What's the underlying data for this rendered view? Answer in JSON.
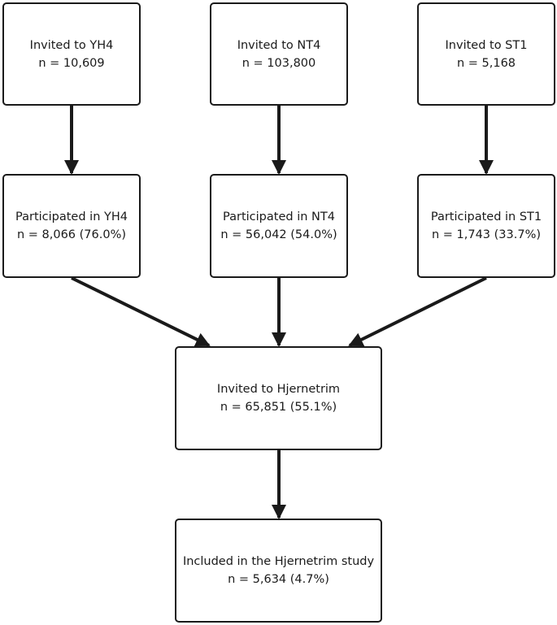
{
  "boxes": {
    "invited_yh4": {
      "line1": "Invited to YH4",
      "line2": "n = 10,609"
    },
    "invited_nt4": {
      "line1": "Invited to NT4",
      "line2": "n = 103,800"
    },
    "invited_st1": {
      "line1": "Invited to ST1",
      "line2": "n = 5,168"
    },
    "participated_yh4": {
      "line1": "Participated in YH4",
      "line2": "n = 8,066 (76.0%)"
    },
    "participated_nt4": {
      "line1": "Participated in NT4",
      "line2": "n = 56,042 (54.0%)"
    },
    "participated_st1": {
      "line1": "Participated in ST1",
      "line2": "n = 1,743 (33.7%)"
    },
    "invited_hjernetrim": {
      "line1": "Invited to Hjernetrim",
      "line2": "n = 65,851 (55.1%)"
    },
    "included": {
      "line1": "Included in the Hjernetrim study",
      "line2": "n = 5,634 (4.7%)"
    }
  },
  "colors": {
    "stroke": "#1a1a1a",
    "background": "#ffffff"
  }
}
